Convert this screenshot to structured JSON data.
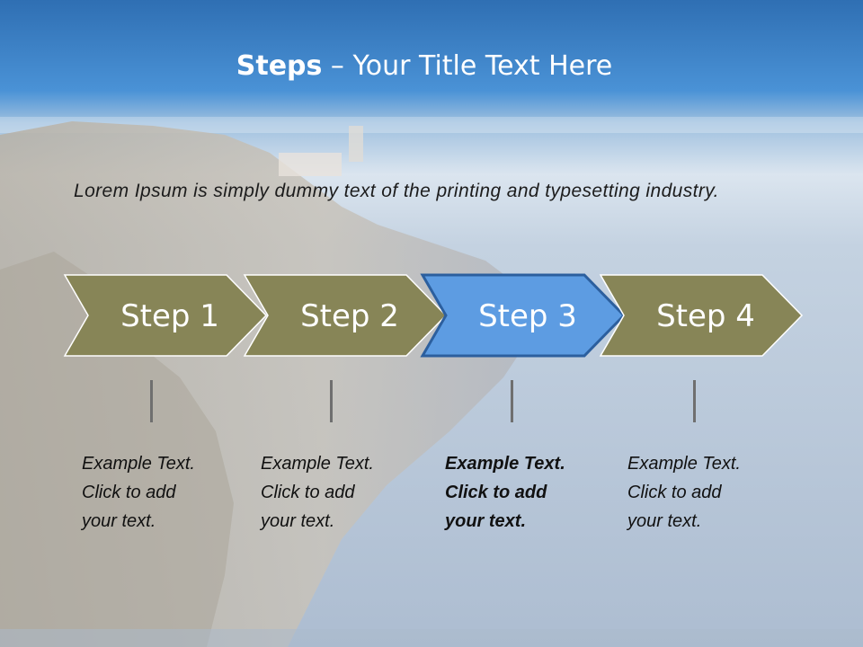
{
  "title": {
    "bold": "Steps",
    "rest": " – Your Title Text Here"
  },
  "intro": "Lorem Ipsum is simply dummy text of the printing and typesetting industry.",
  "steps": [
    {
      "label": "Step 1",
      "note": "Example Text.\nClick  to add\nyour text.",
      "active": false
    },
    {
      "label": "Step 2",
      "note": "Example Text.\nClick  to add\nyour text.",
      "active": false
    },
    {
      "label": "Step 3",
      "note": "Example Text.\nClick  to add\nyour text.",
      "active": true
    },
    {
      "label": "Step 4",
      "note": "Example Text.\nClick  to add\nyour text.",
      "active": false
    }
  ],
  "colors": {
    "chevron_fill": "#878557",
    "chevron_active_fill": "#5d9ce2",
    "chevron_active_stroke": "#2c5f9e",
    "header_sky": "#3f86cc"
  }
}
